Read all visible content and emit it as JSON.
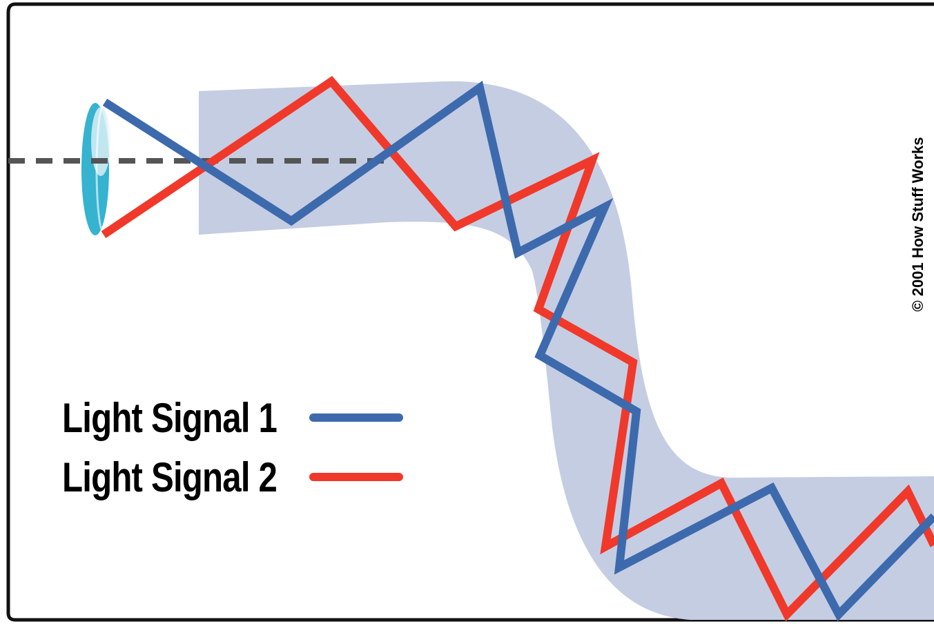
{
  "diagram": {
    "colors": {
      "fiber": "#c5cde3",
      "signal_1": "#3d6aad",
      "signal_2": "#f0392a",
      "lens": "#35b3cf",
      "axis": "#555555",
      "border": "#111111"
    },
    "legend": [
      {
        "label": "Light Signal 1",
        "color": "#3d6aad"
      },
      {
        "label": "Light Signal 2",
        "color": "#f0392a"
      }
    ],
    "copyright": "© 2001 How Stuff Works"
  }
}
